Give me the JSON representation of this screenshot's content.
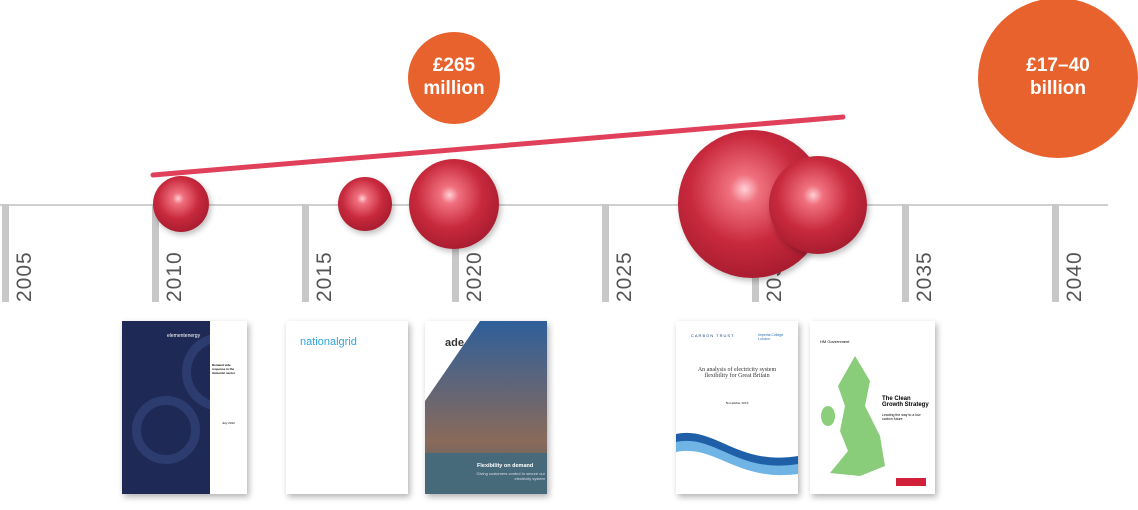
{
  "years": [
    "2005",
    "2010",
    "2015",
    "2020",
    "2025",
    "2030",
    "2035",
    "2040"
  ],
  "callouts": [
    {
      "line1": "£265",
      "line2": "million"
    },
    {
      "line1": "£17–40",
      "line2": "billion"
    }
  ],
  "colors": {
    "bubble": "#c8293d",
    "trend_line": "#e0405a",
    "callout": "#e8622d",
    "axis": "#c8c8c8"
  },
  "covers": [
    {
      "brand": "elementenergy",
      "title": "Demand side response in the domestic sector",
      "date": "July 2012"
    },
    {
      "brand": "nationalgrid"
    },
    {
      "brand": "ade",
      "title": "Flexibility on demand",
      "subtitle": "Giving customers control to secure our electricity system"
    },
    {
      "brand": "CARBON TRUST",
      "brand2": "Imperial College London",
      "title": "An analysis of electricity system flexibility for Great Britain",
      "date": "November 2016"
    },
    {
      "brand": "HM Government",
      "title": "The Clean Growth Strategy",
      "subtitle": "Leading the way to a low carbon future"
    }
  ]
}
